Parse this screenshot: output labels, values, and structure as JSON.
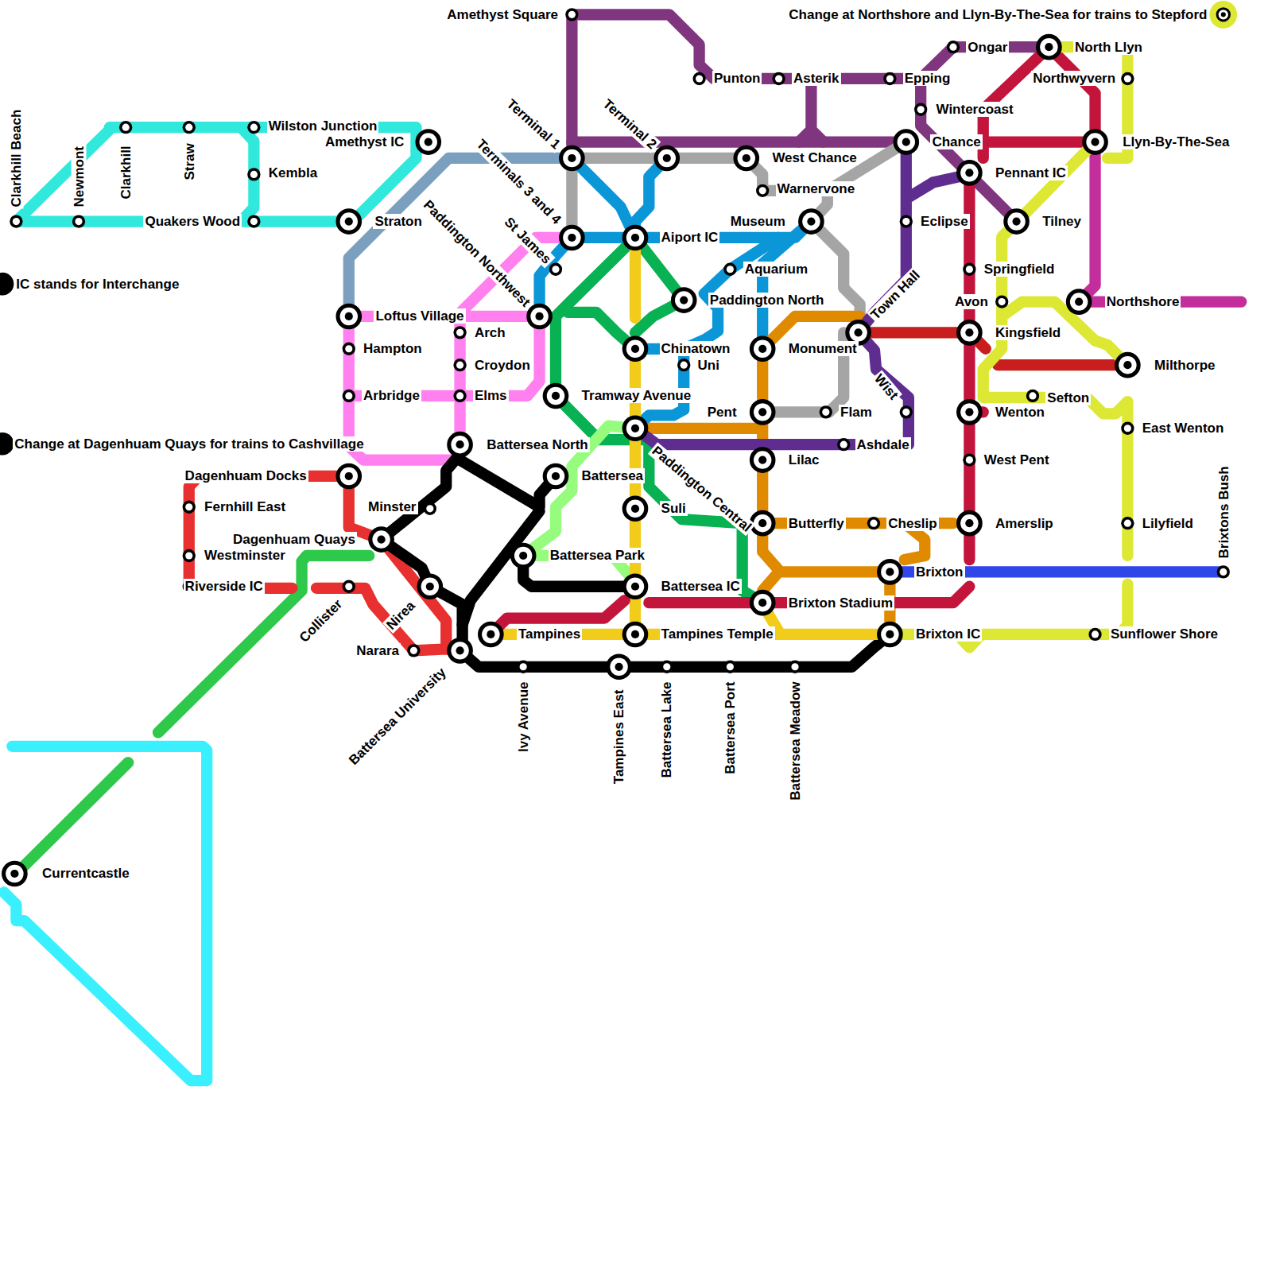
{
  "diagram": {
    "labels": [
      "Amethyst Square",
      "Change at Northshore and Llyn-By-The-Sea for trains to Stepford",
      "Ongar",
      "North Llyn",
      "Punton",
      "Asterik",
      "Epping",
      "Northwyvern",
      "Terminal 1",
      "Terminal 2",
      "Wintercoast",
      "Clarkhill Beach",
      "Newmont",
      "Clarkhill",
      "Straw",
      "Wilston Junction",
      "Amethyst IC",
      "Terminals 3 and 4",
      "West Chance",
      "Chance",
      "Llyn-By-The-Sea",
      "Kembla",
      "Pennant IC",
      "Warnervone",
      "Quakers Wood",
      "Straton",
      "St James",
      "Paddington Northwest",
      "Museum",
      "Aiport IC",
      "Eclipse",
      "Tilney",
      "Aquarium",
      "Springfield",
      "IC stands for Interchange",
      "Paddington North",
      "Town Hall",
      "Avon",
      "Northshore",
      "Loftus Village",
      "Arch",
      "Kingsfield",
      "Hampton",
      "Chinatown",
      "Monument",
      "Croydon",
      "Uni",
      "Milthorpe",
      "Wist",
      "Arbridge",
      "Elms",
      "Tramway Avenue",
      "Sefton",
      "Pent",
      "Flam",
      "Wenton",
      "East Wenton",
      "Change at Dagenhuam Quays for trains to Cashvillage",
      "Battersea North",
      "Paddington Central",
      "Ashdale",
      "Lilac",
      "West Pent",
      "Dagenhuam Docks",
      "Battersea",
      "Fernhill East",
      "Minster",
      "Suli",
      "Butterfly",
      "Cheslip",
      "Amerslip",
      "Lilyfield",
      "Dagenhuam Quays",
      "Westminster",
      "Battersea Park",
      "Brixton",
      "Brixtons Bush",
      "Riverside IC",
      "Collister",
      "Nirea",
      "Battersea IC",
      "Brixton Stadium",
      "Tampines",
      "Tampines Temple",
      "Brixton IC",
      "Sunflower Shore",
      "Narara",
      "Battersea University",
      "Ivy Avenue",
      "Tampines East",
      "Battersea Lake",
      "Battersea Port",
      "Battersea Meadow",
      "Currentcastle"
    ]
  }
}
